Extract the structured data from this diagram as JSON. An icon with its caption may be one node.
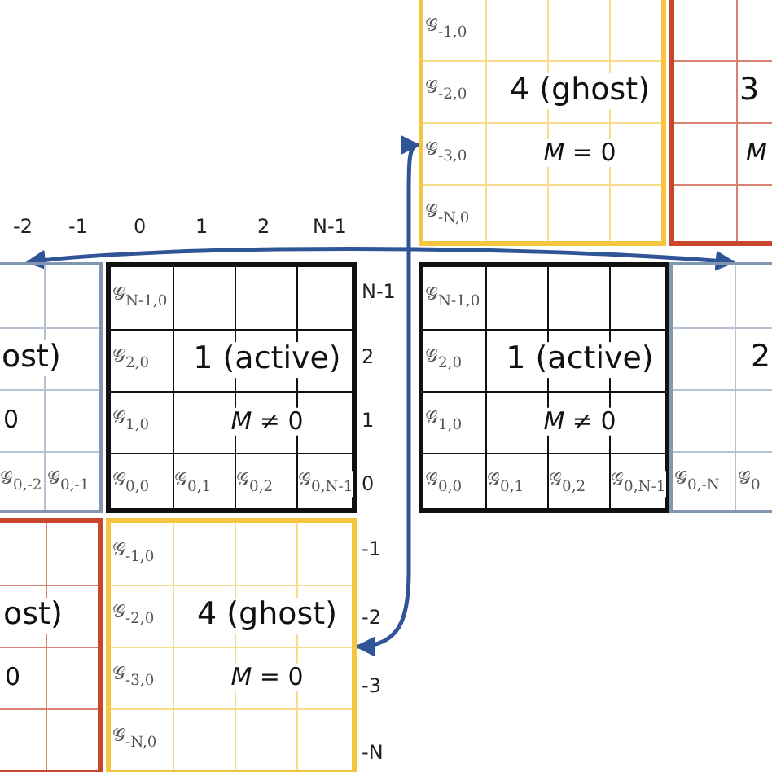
{
  "diagram": {
    "nodes": [
      {
        "text": [
          "𝒢$_{-1,0}$",
          "𝒢$_{-2,0}$",
          "4 (ghost)",
          "𝒢$_{-3,0}$",
          "*M* = 0",
          "𝒢$_{-N,0}$"
        ]
      },
      {
        "text": [
          "3",
          "M"
        ]
      },
      {
        "text": [
          "ost)",
          "0",
          "𝒢$_{0,-2}$",
          "𝒢$_{0,-1}$"
        ]
      },
      {
        "text": [
          "𝒢$_{N-1,0}$",
          "𝒢$_{2,0}$",
          "1 (active)",
          "𝒢$_{1,0}$",
          "*M* ≠ 0",
          "𝒢$_{0,0}$",
          "𝒢$_{0,1}$",
          "𝒢$_{0,2}$",
          "𝒢$_{0,N-1}$"
        ]
      },
      {
        "text": [
          "𝒢$_{N-1,0}$",
          "𝒢$_{2,0}$",
          "1 (active)",
          "𝒢$_{1,0}$",
          "*M* ≠ 0",
          "𝒢$_{0,0}$",
          "𝒢$_{0,1}$",
          "𝒢$_{0,2}$",
          "𝒢$_{0,N-1}$"
        ]
      },
      {
        "text": [
          "2",
          "𝒢$_{0,-N}$",
          "𝒢$_{0}$"
        ]
      },
      {
        "text": [
          "ost)",
          "0"
        ]
      },
      {
        "text": [
          "𝒢$_{-1,0}$",
          "𝒢$_{-2,0}$",
          "4 (ghost)",
          "𝒢$_{-3,0}$",
          "*M* = 0",
          "𝒢$_{-N,0}$"
        ]
      }
    ],
    "edges": [
      {
        "from": 2,
        "to": 5,
        "arrow": "both"
      },
      {
        "from": 7,
        "to": 0,
        "arrow": "both"
      }
    ],
    "labels": [
      "-2",
      "-1",
      "0",
      "1",
      "2",
      "N-1",
      "N-1",
      "2",
      "1",
      "0",
      "-1",
      "-2",
      "-3",
      "-N"
    ]
  }
}
